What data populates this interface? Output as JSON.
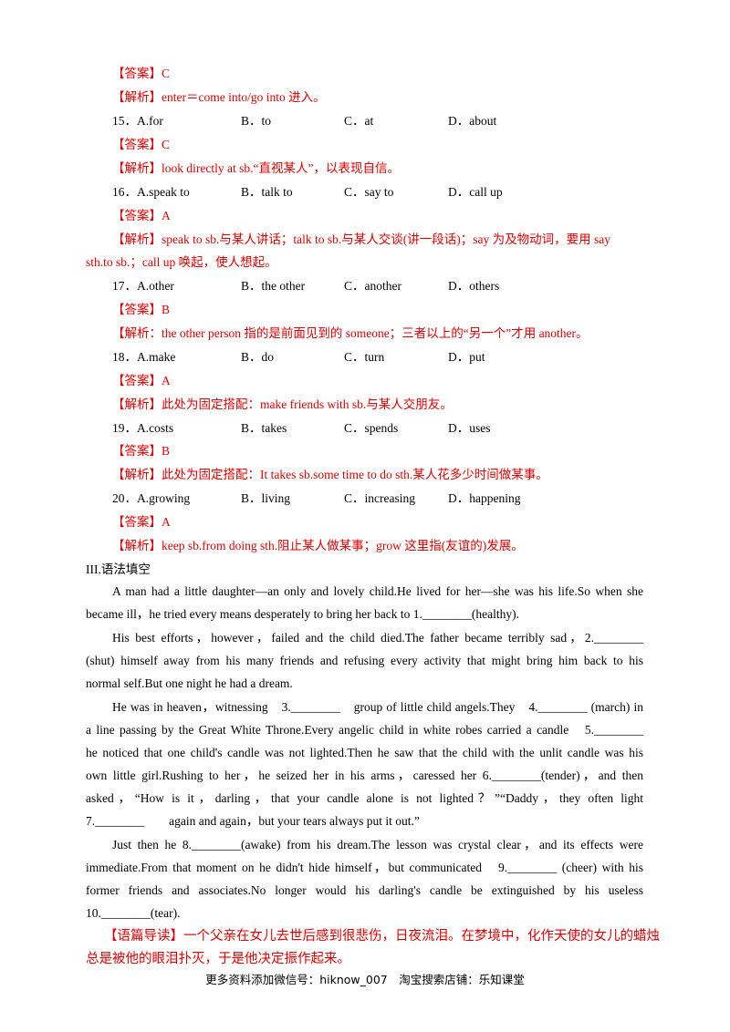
{
  "answer_label": "【答案】",
  "analysis_label": "【解析】",
  "top": {
    "ans14": "C",
    "exp14": "enter＝come into/go into 进入。"
  },
  "questions": [
    {
      "num": "15．",
      "a": "A.for",
      "b": "B．to",
      "c": "C．at",
      "d": "D．about",
      "ans": "C",
      "exp_label": "【解析】",
      "exp": "look directly at sb.“直视某人”，以表现自信。"
    },
    {
      "num": "16．",
      "a": "A.speak to",
      "b": "B．talk to",
      "c": "C．say to",
      "d": "D．call up",
      "ans": "A",
      "exp_label": "【解析】",
      "exp": "speak to sb.与某人讲话；talk to sb.与某人交谈(讲一段话)；say 为及物动词，要用 say",
      "exp2": "sth.to sb.；call up 唤起，使人想起。"
    },
    {
      "num": "17．",
      "a": "A.other",
      "b": "B．the other",
      "c": "C．another",
      "d": "D．others",
      "ans": "B",
      "exp_label": "【解析：",
      "exp": "the other person 指的是前面见到的 someone；三者以上的“另一个”才用 another。"
    },
    {
      "num": "18．",
      "a": "A.make",
      "b": "B．do",
      "c": "C．turn",
      "d": "D．put",
      "ans": "A",
      "exp_label": "【解析】",
      "exp": "此处为固定搭配：make friends with sb.与某人交朋友。"
    },
    {
      "num": "19．",
      "a": "A.costs",
      "b": "B．takes",
      "c": "C．spends",
      "d": "D．uses",
      "ans": "B",
      "exp_label": "【解析】",
      "exp": "此处为固定搭配：It takes sb.some time to do sth.某人花多少时间做某事。"
    },
    {
      "num": "20．",
      "a": "A.growing",
      "b": "B．living",
      "c": "C．increasing",
      "d": "D．happening",
      "ans": "A",
      "exp_label": "【解析】",
      "exp": "keep sb.from doing sth.阻止某人做某事；grow 这里指(友谊的)发展。"
    }
  ],
  "section_title": "III.语法填空",
  "passage": {
    "p1": [
      "A man had a little daughter—an only and lovely child.He lived for her—she was his life.So when she",
      "became ill，he tried every means desperately to bring her back to 1.________(healthy)."
    ],
    "p2": [
      "His best efforts，however，failed and the child died.The father became terribly sad，2.________",
      "(shut) himself away from his many friends and refusing every activity that might bring him back to his",
      "normal self.But one night he had a dream."
    ],
    "p3": [
      "He was in heaven，witnessing　3.________　group of little child angels.They　4.________ (march) in",
      "a line passing by the Great White Throne.Every angelic child in white robes carried a candle　5.________",
      "he noticed that one child's candle was not lighted.Then he saw that the child with the unlit candle was his",
      "own little girl.Rushing to her，he seized her in his arms，caressed her 6.________(tender)，and then",
      "asked，“How is it，darling，that your candle alone is not lighted？”“Daddy，they often light",
      "7.________　　again and again，but your tears always put it out.”"
    ],
    "p4": [
      "Just then he 8.________(awake) from his dream.The lesson was crystal clear，and its effects were",
      "immediate.From that moment on he didn't hide himself，but communicated　9.________ (cheer) with his",
      "former friends and associates.No longer would his darling's candle be extinguished by his useless",
      "10.________(tear)."
    ]
  },
  "guide": {
    "label": "【语篇导读】",
    "line1": "一个父亲在女儿去世后感到很悲伤，日夜流泪。在梦境中，化作天使的女儿的蜡烛",
    "line2": "总是被他的眼泪扑灭，于是他决定振作起来。"
  },
  "footer": "更多资料添加微信号：hiknow_007　淘宝搜索店铺：乐知课堂"
}
